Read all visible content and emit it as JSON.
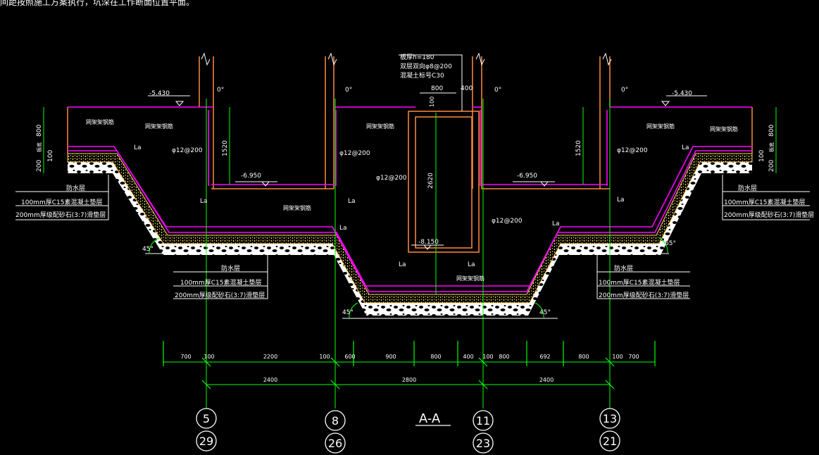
{
  "header_note": "间距按照施工方案执行，坑深在工作断面位置平面。",
  "section_title": "A-A",
  "callout": {
    "line1": "板厚h=180",
    "line2": "双层双向φ8@200",
    "line3": "混凝土标号C30"
  },
  "elevations": {
    "left_top": "-5.430",
    "right_top": "-5.430",
    "left_mid": "-6.950",
    "right_mid": "-6.950",
    "pit_bottom": "-8.150"
  },
  "rebar": {
    "r1": "φ12@200",
    "r2": "φ12@200",
    "r3": "φ12@200",
    "r4": "φ12@200",
    "r5": "φ12@200"
  },
  "labels": {
    "anchor": "La",
    "rebar_mesh": "网架架钢筋",
    "waterproof": "防水层",
    "cushion": "100mm厚C15素混凝土垫层",
    "sand": "200mm厚级配砂石(3:7)滑垫层",
    "deg45": "45°",
    "deg65": "65°",
    "zero_deg": "0°"
  },
  "vertical_dims": {
    "left_800": "800",
    "left_200": "200",
    "left_100": "100",
    "left_mark": "板底",
    "right_800": "800",
    "right_200": "200",
    "right_100": "100",
    "right_mark": "板底",
    "d1520_left": "1520",
    "d1520_right": "1520",
    "d2620": "2620",
    "d100": "100"
  },
  "dims_row1": [
    "700",
    "100",
    "2200",
    "100",
    "600",
    "900",
    "800",
    "400",
    "100",
    "800",
    "692",
    "800",
    "100",
    "700"
  ],
  "dims_row2": [
    "2400",
    "2800",
    "2400"
  ],
  "top_dims": {
    "a": "800",
    "b": "400"
  },
  "axes": [
    {
      "top": "5",
      "bottom": "29"
    },
    {
      "top": "8",
      "bottom": "26"
    },
    {
      "top": "11",
      "bottom": "23"
    },
    {
      "top": "13",
      "bottom": "21"
    }
  ],
  "colors": {
    "slab": "#ff00ff",
    "wall": "#ff8a3c",
    "dims": "#00ff00",
    "text": "#ffffff",
    "hatch": "#ffff66"
  }
}
